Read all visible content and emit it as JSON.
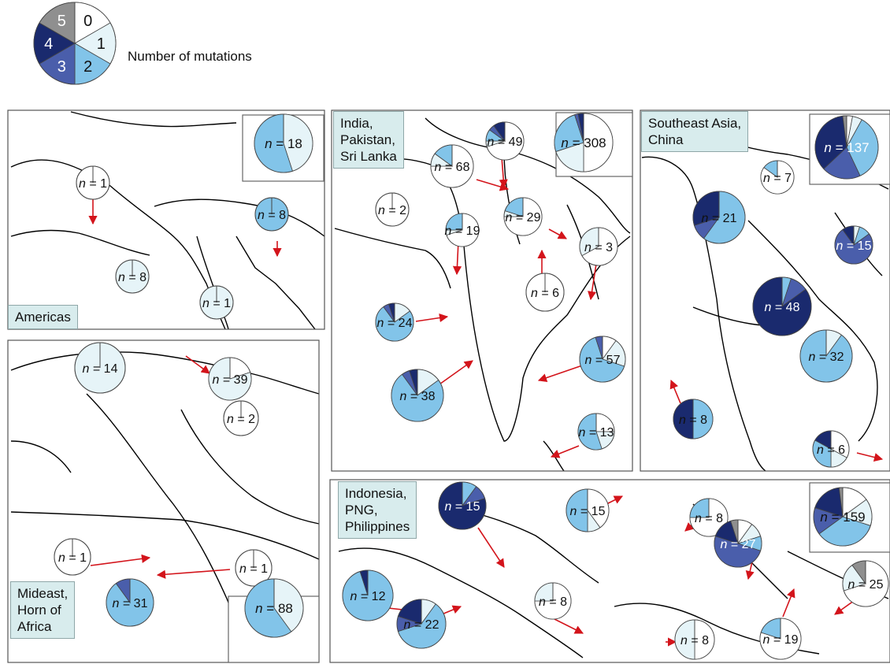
{
  "legend": {
    "title": "Number of mutations",
    "categories": [
      "0",
      "1",
      "2",
      "3",
      "4",
      "5"
    ]
  },
  "colors": [
    "#ffffff",
    "#e6f4f8",
    "#82c4e9",
    "#4a5eab",
    "#1a2a6e",
    "#8f8f8f"
  ],
  "panels": [
    {
      "id": "americas",
      "label_lines": [
        "Americas"
      ]
    },
    {
      "id": "mideast",
      "label_lines": [
        "Mideast,",
        "Horn of",
        "Africa"
      ]
    },
    {
      "id": "india",
      "label_lines": [
        "India,",
        "Pakistan,",
        "Sri Lanka"
      ]
    },
    {
      "id": "seasia",
      "label_lines": [
        "Southeast Asia,",
        "China"
      ]
    },
    {
      "id": "indonesia",
      "label_lines": [
        "Indonesia,",
        "PNG,",
        "Philippines"
      ]
    }
  ],
  "pies": [
    {
      "panel": "americas",
      "n": "18",
      "total": true,
      "values": [
        0,
        0.45,
        0.55,
        0,
        0,
        0
      ]
    },
    {
      "panel": "americas",
      "n": "1",
      "values": [
        1,
        0,
        0,
        0,
        0,
        0
      ]
    },
    {
      "panel": "americas",
      "n": "8",
      "values": [
        0,
        0,
        1,
        0,
        0,
        0
      ]
    },
    {
      "panel": "americas",
      "n": "8",
      "values": [
        0,
        1,
        0,
        0,
        0,
        0
      ]
    },
    {
      "panel": "americas",
      "n": "1",
      "values": [
        0,
        1,
        0,
        0,
        0,
        0
      ]
    },
    {
      "panel": "india",
      "n": "308",
      "total": true,
      "values": [
        0.5,
        0.2,
        0.25,
        0.02,
        0.03,
        0
      ]
    },
    {
      "panel": "india",
      "n": "68",
      "values": [
        0.75,
        0.1,
        0.15,
        0,
        0,
        0
      ]
    },
    {
      "panel": "india",
      "n": "49",
      "values": [
        0.7,
        0.05,
        0.1,
        0.05,
        0.1,
        0
      ]
    },
    {
      "panel": "india",
      "n": "2",
      "values": [
        1,
        0,
        0,
        0,
        0,
        0
      ]
    },
    {
      "panel": "india",
      "n": "19",
      "values": [
        0.7,
        0.05,
        0.25,
        0,
        0,
        0
      ]
    },
    {
      "panel": "india",
      "n": "29",
      "values": [
        0.75,
        0.05,
        0.2,
        0,
        0,
        0
      ]
    },
    {
      "panel": "india",
      "n": "3",
      "values": [
        0.67,
        0.33,
        0,
        0,
        0,
        0
      ]
    },
    {
      "panel": "india",
      "n": "6",
      "values": [
        1,
        0,
        0,
        0,
        0,
        0
      ]
    },
    {
      "panel": "india",
      "n": "24",
      "values": [
        0,
        0.15,
        0.75,
        0.05,
        0.05,
        0
      ]
    },
    {
      "panel": "india",
      "n": "57",
      "values": [
        0.1,
        0.2,
        0.65,
        0.05,
        0,
        0
      ]
    },
    {
      "panel": "india",
      "n": "38",
      "values": [
        0,
        0.15,
        0.75,
        0.05,
        0.05,
        0
      ]
    },
    {
      "panel": "india",
      "n": "13",
      "values": [
        0.25,
        0.2,
        0.55,
        0,
        0,
        0
      ]
    },
    {
      "panel": "seasia",
      "n": "137",
      "total": true,
      "values": [
        0.03,
        0.05,
        0.35,
        0.2,
        0.35,
        0.02
      ]
    },
    {
      "panel": "seasia",
      "n": "7",
      "values": [
        0.85,
        0,
        0.15,
        0,
        0,
        0
      ]
    },
    {
      "panel": "seasia",
      "n": "21",
      "values": [
        0,
        0,
        0.6,
        0.1,
        0.3,
        0
      ]
    },
    {
      "panel": "seasia",
      "n": "15",
      "values": [
        0,
        0.05,
        0.1,
        0.75,
        0.1,
        0
      ]
    },
    {
      "panel": "seasia",
      "n": "48",
      "values": [
        0,
        0,
        0.05,
        0.1,
        0.85,
        0
      ]
    },
    {
      "panel": "seasia",
      "n": "32",
      "values": [
        0,
        0.1,
        0.9,
        0,
        0,
        0
      ]
    },
    {
      "panel": "seasia",
      "n": "8",
      "values": [
        0,
        0,
        0.5,
        0,
        0.5,
        0
      ]
    },
    {
      "panel": "seasia",
      "n": "6",
      "values": [
        0.33,
        0.17,
        0.33,
        0,
        0.17,
        0
      ]
    },
    {
      "panel": "mideast",
      "n": "14",
      "values": [
        0,
        1,
        0,
        0,
        0,
        0
      ]
    },
    {
      "panel": "mideast",
      "n": "39",
      "values": [
        0.2,
        0.8,
        0,
        0,
        0,
        0
      ]
    },
    {
      "panel": "mideast",
      "n": "2",
      "values": [
        1,
        0,
        0,
        0,
        0,
        0
      ]
    },
    {
      "panel": "mideast",
      "n": "1",
      "values": [
        1,
        0,
        0,
        0,
        0,
        0
      ]
    },
    {
      "panel": "mideast",
      "n": "1",
      "values": [
        1,
        0,
        0,
        0,
        0,
        0
      ]
    },
    {
      "panel": "mideast",
      "n": "31",
      "values": [
        0,
        0,
        0.9,
        0.1,
        0,
        0
      ]
    },
    {
      "panel": "mideast",
      "n": "88",
      "total": true,
      "values": [
        0,
        0.4,
        0.6,
        0,
        0,
        0
      ]
    },
    {
      "panel": "indonesia",
      "n": "159",
      "total": true,
      "values": [
        0.15,
        0.15,
        0.35,
        0.15,
        0.18,
        0.02
      ]
    },
    {
      "panel": "indonesia",
      "n": "15",
      "values": [
        0,
        0,
        0.1,
        0.1,
        0.8,
        0
      ]
    },
    {
      "panel": "indonesia",
      "n": "15",
      "values": [
        0.4,
        0.1,
        0.5,
        0,
        0,
        0
      ]
    },
    {
      "panel": "indonesia",
      "n": "8",
      "values": [
        0.75,
        0,
        0.25,
        0,
        0,
        0
      ]
    },
    {
      "panel": "indonesia",
      "n": "27",
      "values": [
        0.1,
        0.1,
        0.1,
        0.5,
        0.15,
        0.05
      ]
    },
    {
      "panel": "indonesia",
      "n": "25",
      "values": [
        0.7,
        0.2,
        0,
        0,
        0,
        0.1
      ]
    },
    {
      "panel": "indonesia",
      "n": "12",
      "values": [
        0,
        0,
        0.95,
        0,
        0.05,
        0
      ]
    },
    {
      "panel": "indonesia",
      "n": "22",
      "values": [
        0,
        0.1,
        0.6,
        0.1,
        0.2,
        0
      ]
    },
    {
      "panel": "indonesia",
      "n": "8",
      "values": [
        0.75,
        0.25,
        0,
        0,
        0,
        0
      ]
    },
    {
      "panel": "indonesia",
      "n": "8",
      "values": [
        0.5,
        0.5,
        0,
        0,
        0,
        0
      ]
    },
    {
      "panel": "indonesia",
      "n": "19",
      "values": [
        0.8,
        0,
        0.2,
        0,
        0,
        0
      ]
    }
  ]
}
